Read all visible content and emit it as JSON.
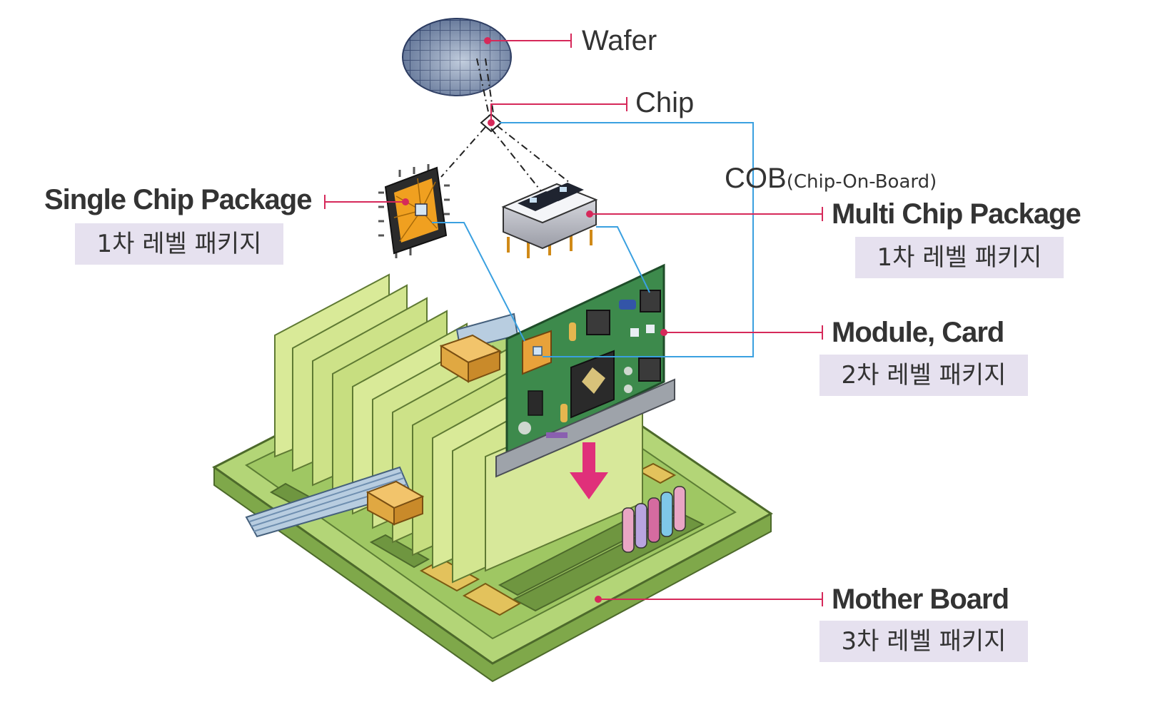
{
  "labels": {
    "wafer": "Wafer",
    "chip": "Chip",
    "cob_main": "COB",
    "cob_detail": "(Chip-On-Board)",
    "single_chip_package": "Single Chip Package",
    "single_chip_level": "1차 레벨 패키지",
    "multi_chip_package": "Multi Chip Package",
    "multi_chip_level": "1차 레벨 패키지",
    "module_card": "Module, Card",
    "module_card_level": "2차 레벨 패키지",
    "mother_board": "Mother Board",
    "mother_board_level": "3차 레벨 패키지"
  },
  "colors": {
    "pointer_line": "#d6295a",
    "cob_line": "#3aa0e0",
    "level_box": "#e6e1ef",
    "board_green": "#a9cf6a",
    "module_pcb": "#3d8a4c",
    "arrow": "#e0307a"
  }
}
